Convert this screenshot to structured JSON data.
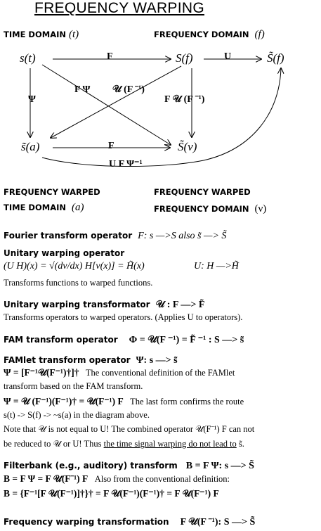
{
  "title": "FREQUENCY WARPING",
  "domains": {
    "time": "TIME DOMAIN",
    "time_var": "(t)",
    "freq": "FREQUENCY DOMAIN",
    "freq_var": "(f)",
    "warped_time_1": "FREQUENCY WARPED",
    "warped_time_2": "TIME DOMAIN",
    "warped_time_var": "(a)",
    "warped_freq_1": "FREQUENCY WARPED",
    "warped_freq_2": "FREQUENCY DOMAIN",
    "warped_freq_var": "(ν)"
  },
  "nodes": {
    "s_t": "s(t)",
    "S_f": "S(f)",
    "Stilde_f": "S̃(f)",
    "stilde_a": "s̃(a)",
    "Stilde_nu": "S̃(ν)"
  },
  "edges": {
    "F_top": "F",
    "U_top": "U",
    "Psi_left": "Ψ",
    "F_Psi": "F Ψ",
    "U_Finv": "𝒰 (F ⁻¹)",
    "F_U_Finv": "F 𝒰 (F ⁻¹)",
    "F_bottom": "F",
    "U_F_Psiinv": "U F Ψ⁻¹"
  },
  "sections": {
    "fourier_label": "Fourier transform operator",
    "fourier_formula": "F: s —>S also s̃ —> S̃",
    "unitary_label": "Unitary warping operator",
    "unitary_formula": "(U H)(x) = √(dν/dx) H[ν(x)] = H̃(x)",
    "unitary_map": "U:  H —>H̃",
    "unitary_desc": "Transforms functions to warped functions.",
    "transformator_label": "Unitary warping transformator",
    "transformator_formula": "𝒰 : F —> F̃",
    "transformator_desc": "Transforms operators to warped operators. (Applies U to operators).",
    "fam_label": "FAM transform operator",
    "fam_formula": "Φ = 𝒰(F ⁻¹) = F̃ ⁻¹ :  S —> s̃",
    "famlet_label": "FAMlet transform operator",
    "famlet_formula": "Ψ:  s —> s̃",
    "famlet_line1_formula": "Ψ = [F⁻¹𝒰(F⁻¹)†]†",
    "famlet_line1_text": "The conventional definition of the FAMlet",
    "famlet_line2": "transform based on the FAM transform.",
    "famlet_line3_formula": "Ψ = 𝒰 (F⁻¹)(F⁻¹)† = 𝒰(F⁻¹) F",
    "famlet_line3_text": "The last form confirms the route",
    "famlet_line4": "s(t) -> S(f) -> ~s(a) in the diagram above.",
    "famlet_line5a": "Note that 𝒰 is not equal to U!  The combined operator 𝒰(F⁻¹) F can not",
    "famlet_line6a": "be reduced to  𝒰 or U!  Thus ",
    "famlet_line6_u": "the time signal warping do not lead to",
    "famlet_line6b": " s̃.",
    "filter_label": "Filterbank (e.g., auditory) transform",
    "filter_formula": "B = F Ψ:  s —> S̃",
    "filter_line1_formula": "B = F Ψ =  F 𝒰(F⁻¹) F",
    "filter_line1_text": "Also from the conventional definition:",
    "filter_line2": "B = {F⁻¹[F 𝒰(F⁻¹)]†}† = F 𝒰(F⁻¹)(F⁻¹)† =  F 𝒰(F⁻¹) F",
    "warp_label": "Frequency warping transformation",
    "warp_formula": "F 𝒰(F ⁻¹):  S —> S̃"
  }
}
